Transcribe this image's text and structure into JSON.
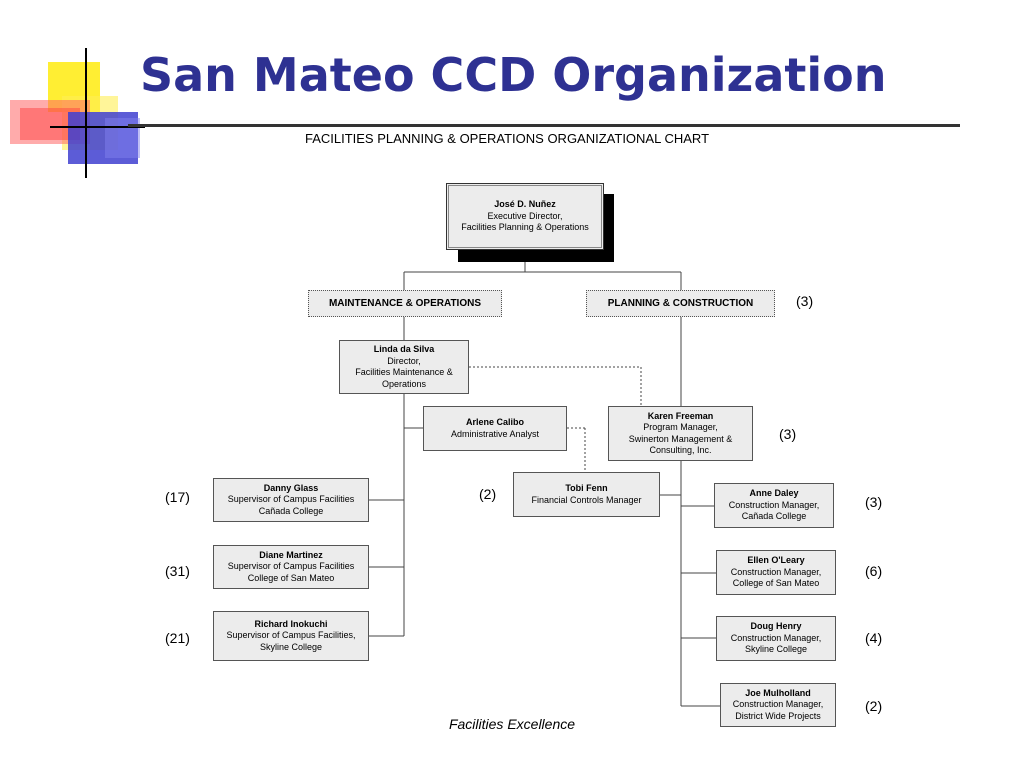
{
  "slide": {
    "title": "San Mateo CCD Organization",
    "subtitle": "FACILITIES PLANNING & OPERATIONS ORGANIZATIONAL CHART",
    "footer": "Facilities Excellence",
    "title_color": "#2e3192"
  },
  "decor": {
    "icon": "cross-squares-logo",
    "colors": [
      "#ffee00",
      "#3333cc",
      "#ff3333"
    ]
  },
  "org": {
    "top": {
      "name": "José D. Nuñez",
      "line1": "Executive Director,",
      "line2": "Facilities Planning & Operations"
    },
    "dept_maint": "MAINTENANCE & OPERATIONS",
    "dept_plan": "PLANNING & CONSTRUCTION",
    "dept_plan_count": "(3)",
    "linda": {
      "name": "Linda da Silva",
      "line1": "Director,",
      "line2": "Facilities Maintenance &",
      "line3": "Operations"
    },
    "arlene": {
      "name": "Arlene Calibo",
      "line1": "Administrative Analyst"
    },
    "karen": {
      "name": "Karen Freeman",
      "line1": "Program Manager,",
      "line2": "Swinerton Management &",
      "line3": "Consulting, Inc.",
      "count": "(3)"
    },
    "tobi": {
      "name": "Tobi Fenn",
      "line1": "Financial Controls Manager",
      "count": "(2)"
    },
    "left_staff": [
      {
        "name": "Danny Glass",
        "line1": "Supervisor of Campus Facilities",
        "line2": "Cañada College",
        "count": "(17)"
      },
      {
        "name": "Diane Martinez",
        "line1": "Supervisor of Campus Facilities",
        "line2": "College of San Mateo",
        "count": "(31)"
      },
      {
        "name": "Richard Inokuchi",
        "line1": "Supervisor of Campus Facilities,",
        "line2": "Skyline College",
        "count": "(21)"
      }
    ],
    "right_staff": [
      {
        "name": "Anne Daley",
        "line1": "Construction Manager,",
        "line2": "Cañada College",
        "count": "(3)"
      },
      {
        "name": "Ellen O'Leary",
        "line1": "Construction Manager,",
        "line2": "College of San Mateo",
        "count": "(6)"
      },
      {
        "name": "Doug Henry",
        "line1": "Construction Manager,",
        "line2": "Skyline College",
        "count": "(4)"
      },
      {
        "name": "Joe Mulholland",
        "line1": "Construction Manager,",
        "line2": "District Wide Projects",
        "count": "(2)"
      }
    ]
  }
}
